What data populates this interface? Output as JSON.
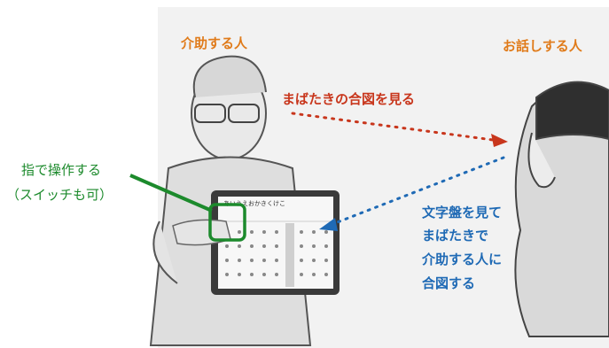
{
  "labels": {
    "helper": "介助する人",
    "speaker": "お話しする人",
    "blink_signal": "まばたきの合図を見る",
    "finger_line1": "指で操作する",
    "finger_line2": "（スイッチも可）",
    "blue_line1": "文字盤を見て",
    "blue_line2": "まばたきで",
    "blue_line3": "介助する人に",
    "blue_line4": "合図する"
  },
  "tablet": {
    "header_text": "あいうえおかきくけこ"
  },
  "colors": {
    "orange": "#e07b1a",
    "red": "#c8361c",
    "green": "#1c8a2c",
    "blue": "#1f6ab5"
  }
}
